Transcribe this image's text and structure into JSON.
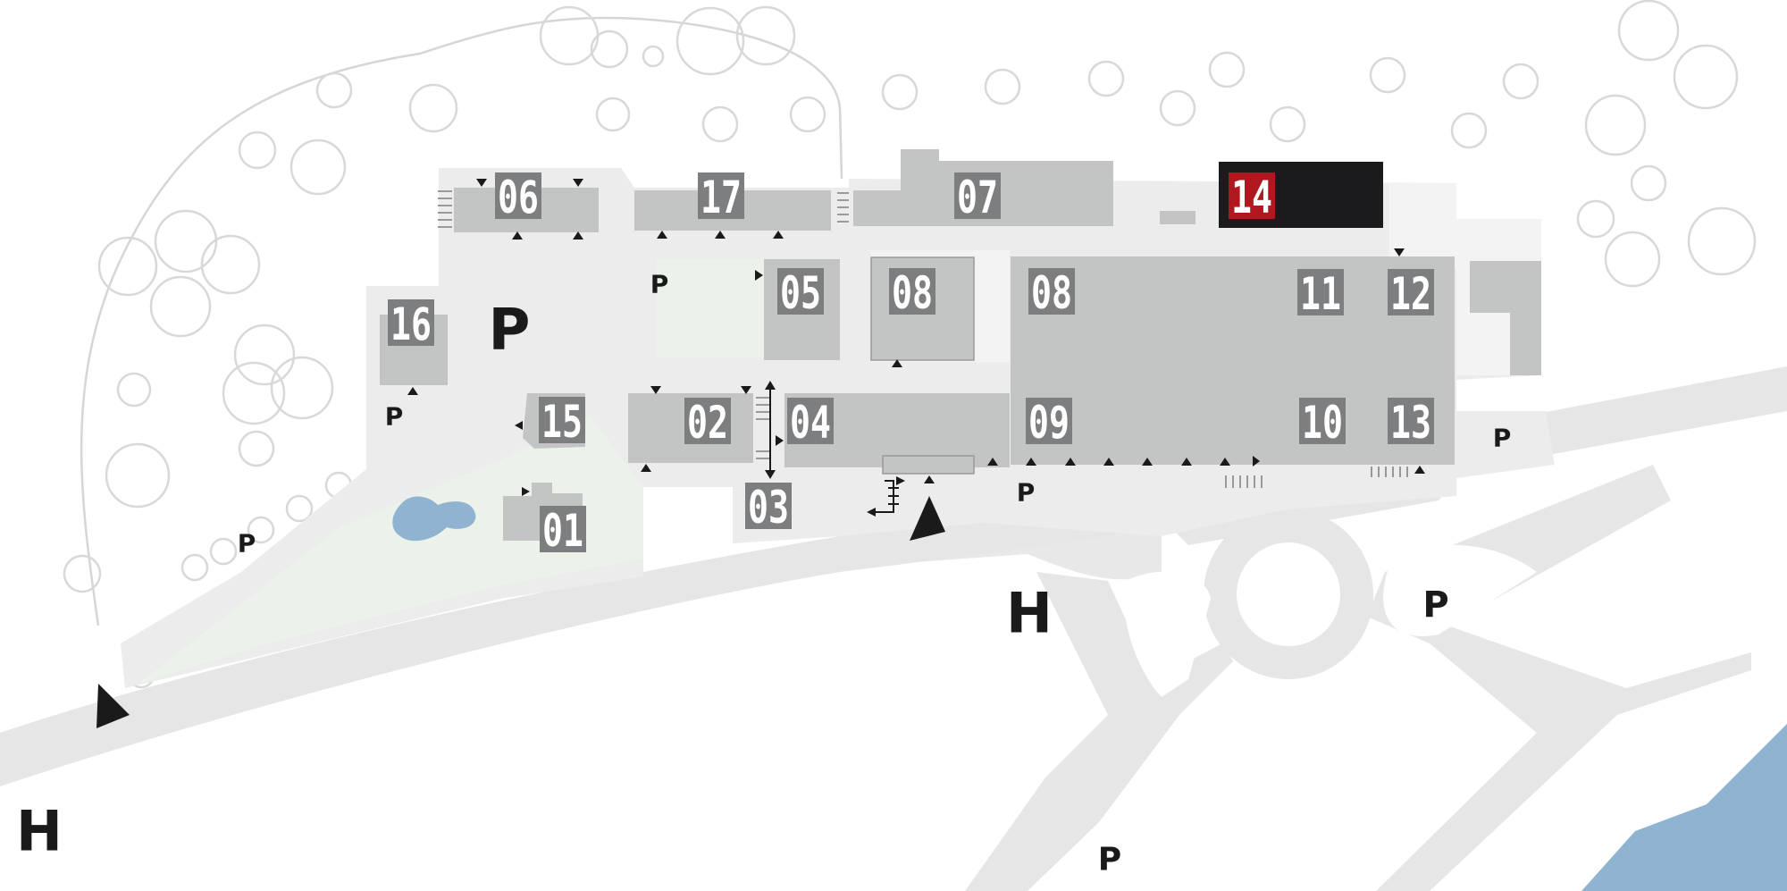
{
  "colors": {
    "road": "#e6e6e6",
    "campus": "#ececec",
    "building": "#c3c4c4",
    "label_bg": "#7d7e7f",
    "highlight_bg": "#1b1b1d",
    "highlight_label": "#b01820",
    "water": "#8fb3d1",
    "green": "#eaf2ea",
    "tree": "#d8d8d8",
    "marker": "#1a1a1a"
  },
  "buildings": [
    {
      "id": "06",
      "label": "06",
      "highlight": false
    },
    {
      "id": "17",
      "label": "17",
      "highlight": false
    },
    {
      "id": "07",
      "label": "07",
      "highlight": false
    },
    {
      "id": "14",
      "label": "14",
      "highlight": true
    },
    {
      "id": "16",
      "label": "16",
      "highlight": false
    },
    {
      "id": "05",
      "label": "05",
      "highlight": false
    },
    {
      "id": "08a",
      "label": "08",
      "highlight": false
    },
    {
      "id": "08b",
      "label": "08",
      "highlight": false
    },
    {
      "id": "11",
      "label": "11",
      "highlight": false
    },
    {
      "id": "12",
      "label": "12",
      "highlight": false
    },
    {
      "id": "15",
      "label": "15",
      "highlight": false
    },
    {
      "id": "02",
      "label": "02",
      "highlight": false
    },
    {
      "id": "04",
      "label": "04",
      "highlight": false
    },
    {
      "id": "09",
      "label": "09",
      "highlight": false
    },
    {
      "id": "10",
      "label": "10",
      "highlight": false
    },
    {
      "id": "13",
      "label": "13",
      "highlight": false
    },
    {
      "id": "03",
      "label": "03",
      "highlight": false
    },
    {
      "id": "01",
      "label": "01",
      "highlight": false
    }
  ],
  "parking_label": "P",
  "bus_stop_label": "H"
}
